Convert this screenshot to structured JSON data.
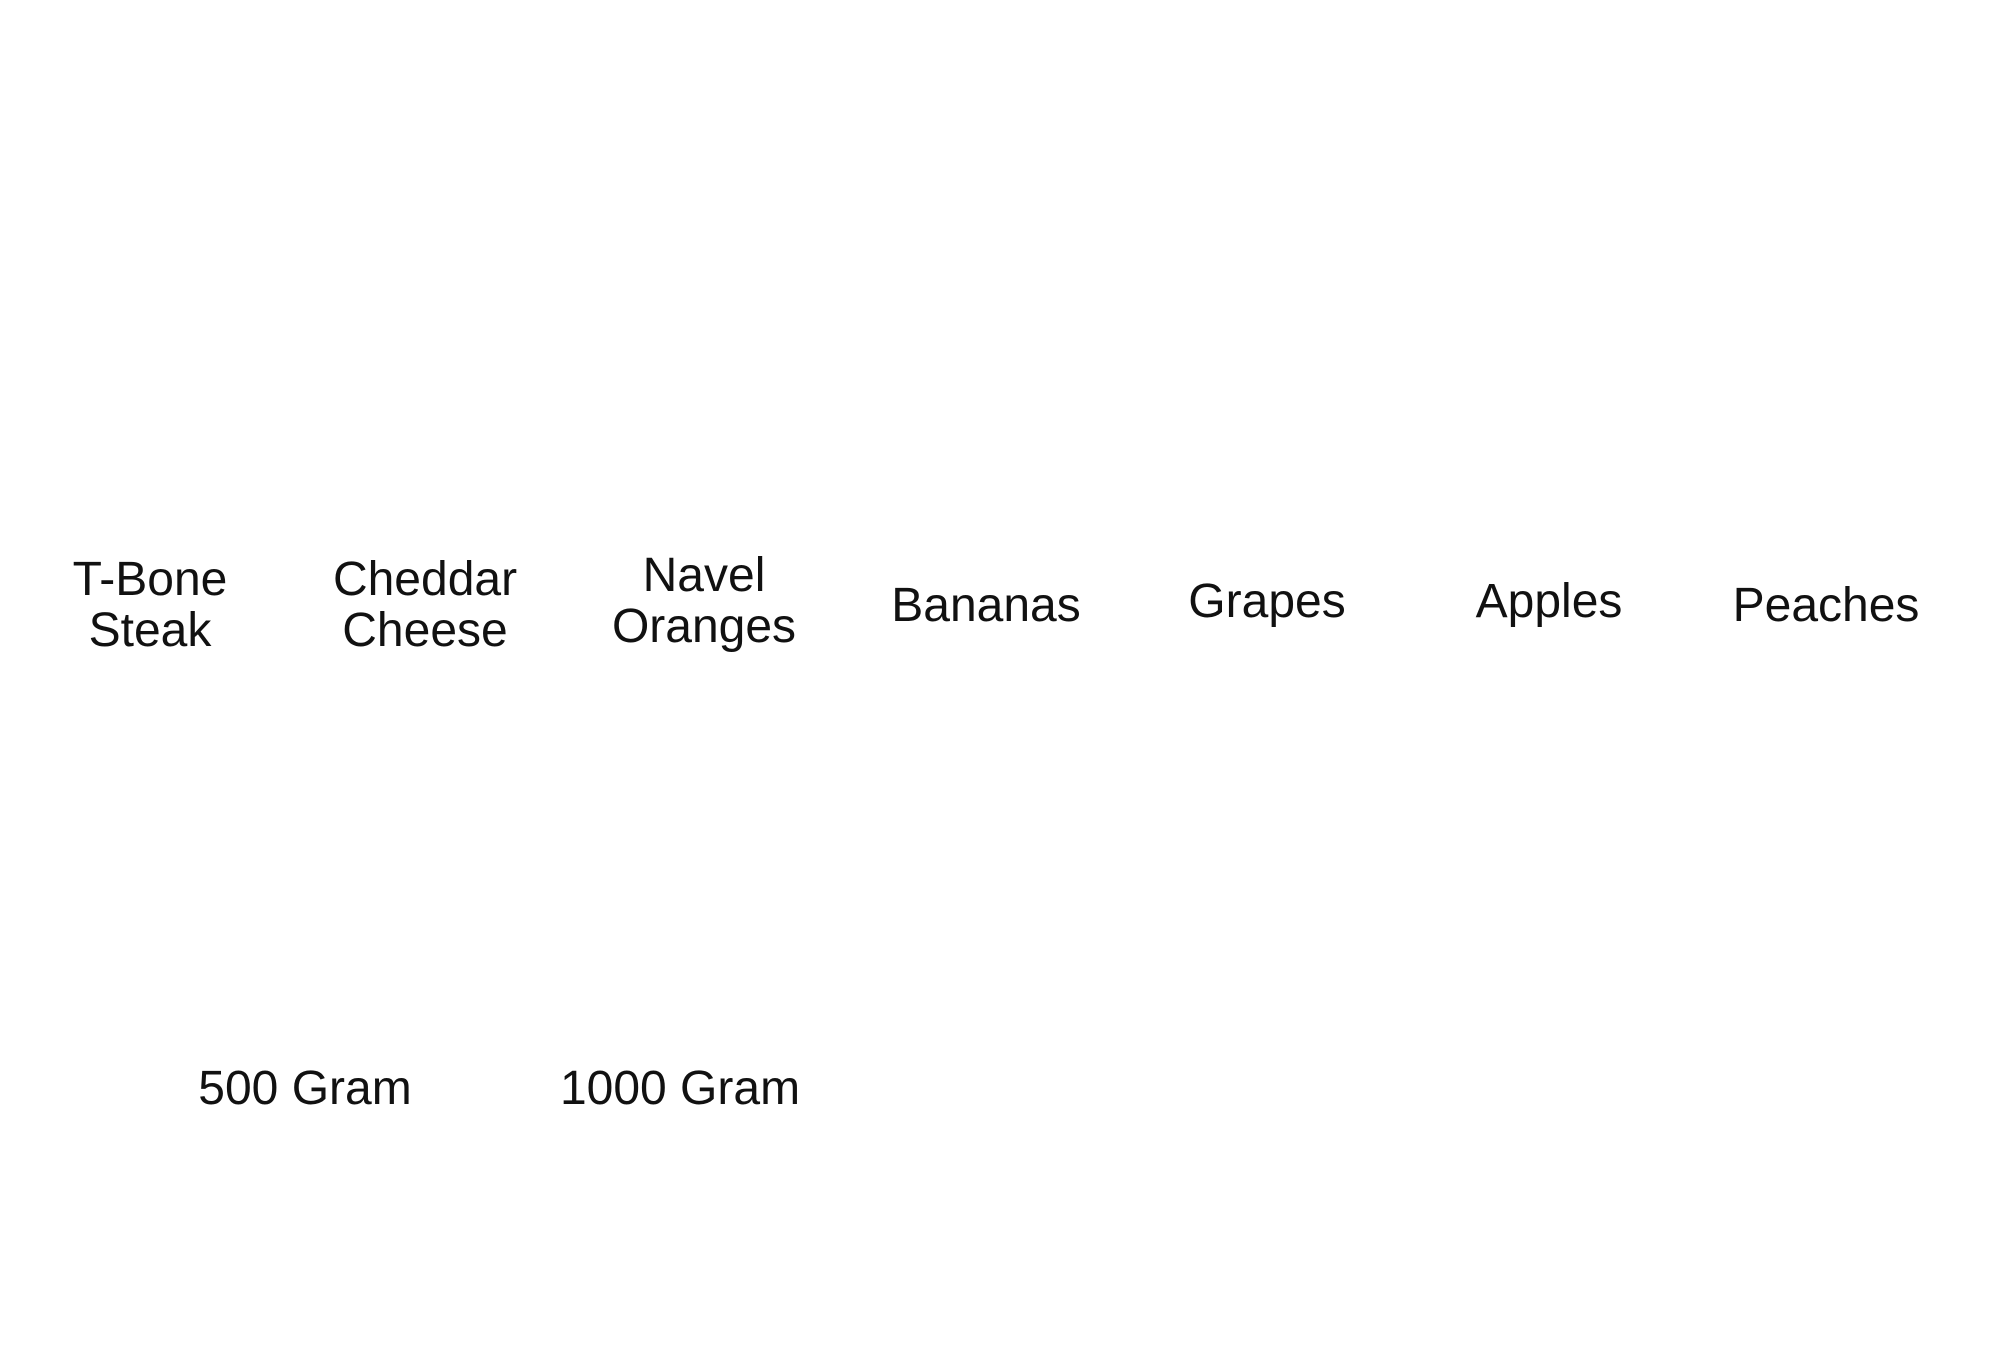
{
  "items": [
    {
      "line1": "T-Bone",
      "line2": "Steak"
    },
    {
      "line1": "Cheddar",
      "line2": "Cheese"
    },
    {
      "line1": "Navel",
      "line2": "Oranges"
    },
    {
      "line1": "Bananas"
    },
    {
      "line1": "Grapes"
    },
    {
      "line1": "Apples"
    },
    {
      "line1": "Peaches"
    }
  ],
  "weights": [
    "500 Gram",
    "1000 Gram"
  ]
}
